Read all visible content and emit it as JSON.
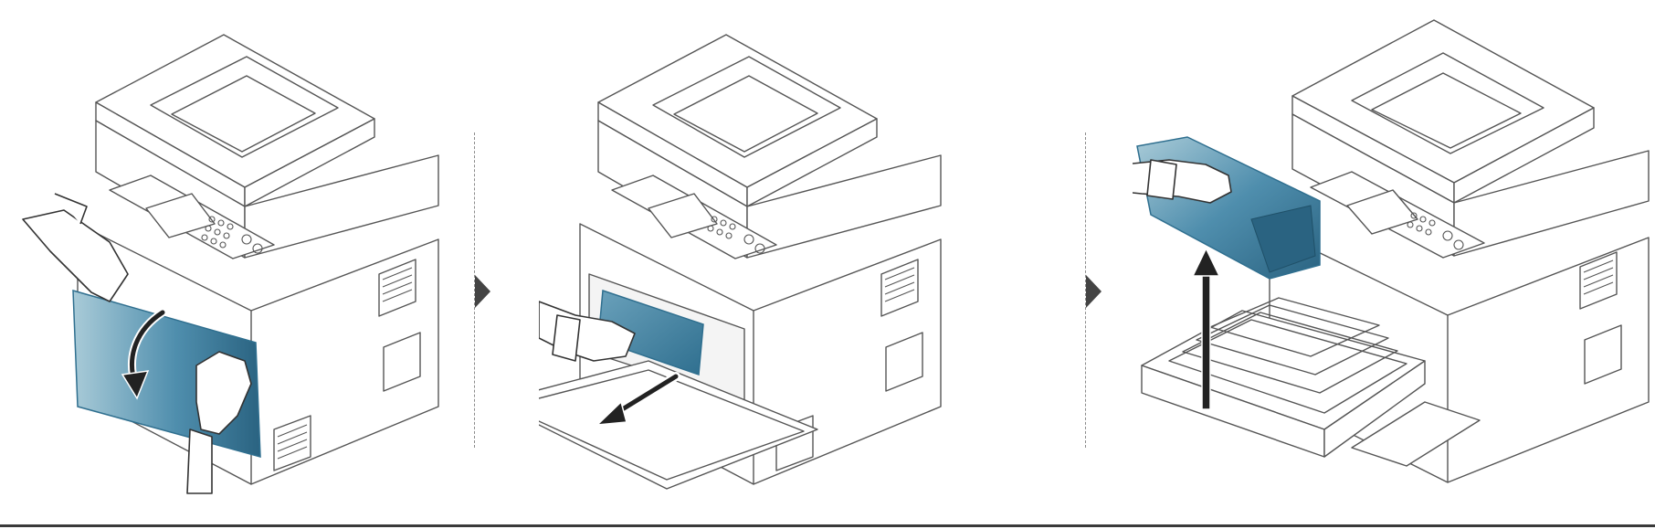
{
  "figure": {
    "steps": [
      {
        "action": "open-front-cover"
      },
      {
        "action": "pull-out-imaging-unit-tray"
      },
      {
        "action": "lift-out-toner-cartridge"
      }
    ],
    "icons": [
      "step-arrow-icon",
      "down-curve-arrow-icon",
      "pull-arrow-icon",
      "up-arrow-icon"
    ],
    "colors": {
      "line": "#555555",
      "highlight": "#2f6f8f",
      "highlight_light": "#a9cbd8",
      "separator": "#8a8a8a",
      "step_arrow": "#444444",
      "rule": "#3a3a3a"
    }
  }
}
